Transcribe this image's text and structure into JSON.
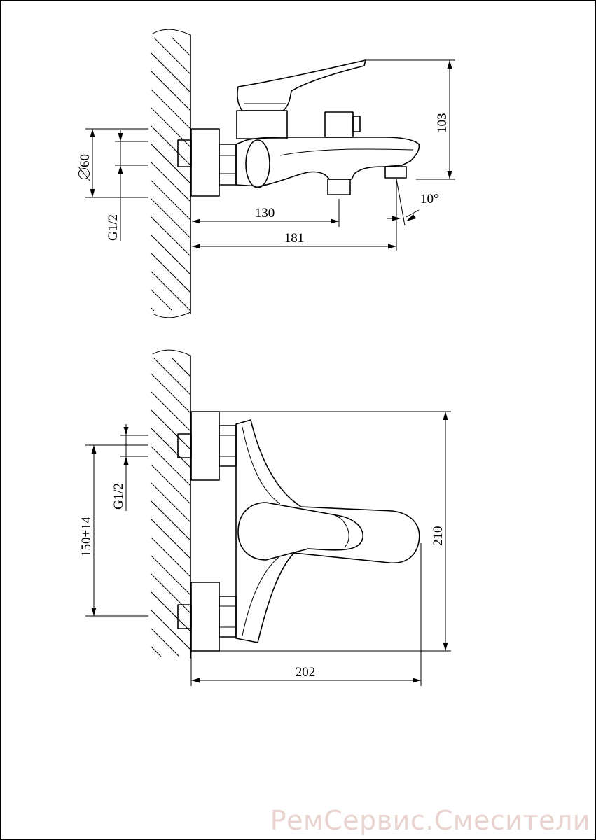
{
  "side_view": {
    "dims": {
      "diameter": "60",
      "thread": "G1/2",
      "length_short": "130",
      "length_long": "181",
      "height": "103",
      "angle": "10°"
    }
  },
  "front_view": {
    "dims": {
      "thread": "G1/2",
      "spacing": "150±14",
      "height": "210",
      "width": "202"
    }
  },
  "watermark": "РемСервис.Смесители"
}
